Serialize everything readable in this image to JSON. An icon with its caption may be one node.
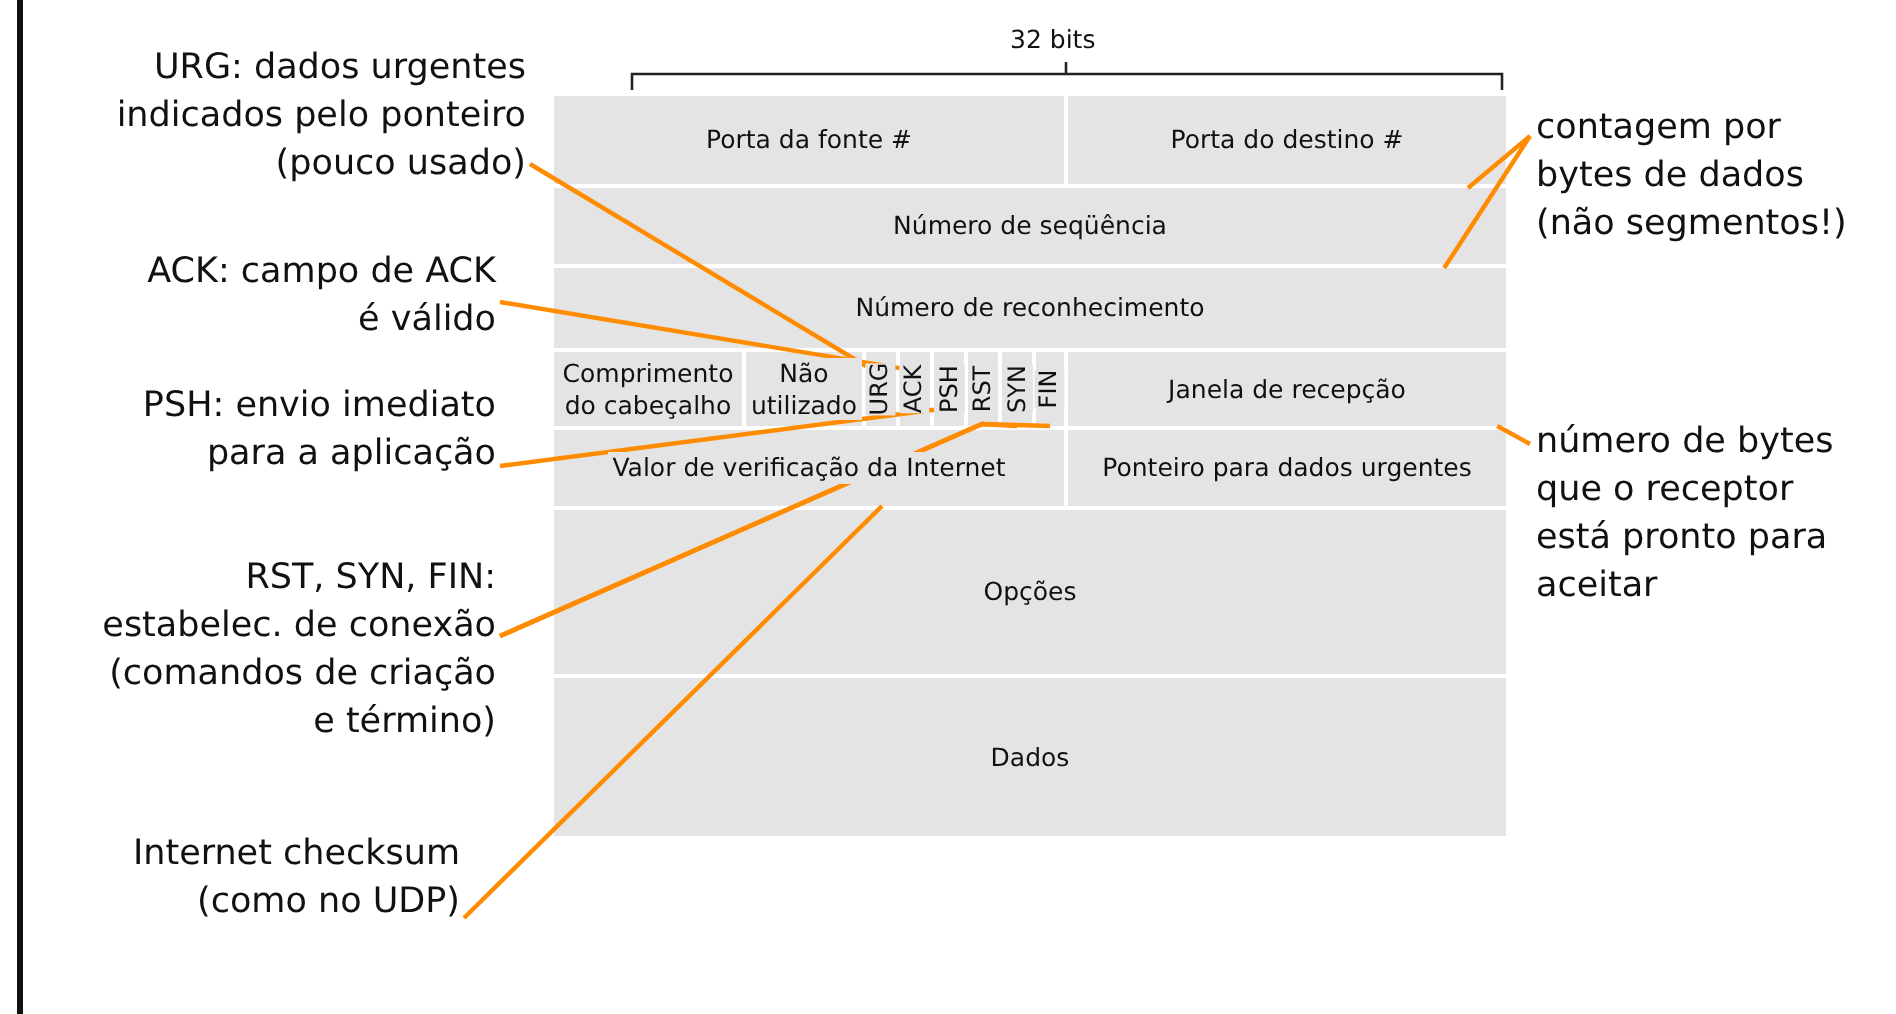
{
  "diagram": {
    "nodes": [
      {
        "text": [
          "Porta da fonte #"
        ]
      },
      {
        "text": [
          "Porta do destino #"
        ]
      },
      {
        "text": [
          "Número de seqüência"
        ]
      },
      {
        "text": [
          "Número de reconhecimento"
        ]
      },
      {
        "text": [
          "Comprimento do cabeçalho"
        ]
      },
      {
        "text": [
          "Não utilizado"
        ]
      },
      {
        "text": [
          "URG"
        ]
      },
      {
        "text": [
          "ACK"
        ]
      },
      {
        "text": [
          "PSH"
        ]
      },
      {
        "text": [
          "RST"
        ]
      },
      {
        "text": [
          "SYN"
        ]
      },
      {
        "text": [
          "FIN"
        ]
      },
      {
        "text": [
          "Janela de recepção"
        ]
      },
      {
        "text": [
          "Valor de verificação da Internet"
        ]
      },
      {
        "text": [
          "Ponteiro para dados urgentes"
        ]
      },
      {
        "text": [
          "Opções"
        ]
      },
      {
        "text": [
          "Dados"
        ]
      },
      {
        "text": [
          "URG: dados urgentes indicados pelo ponteiro (pouco usado)"
        ]
      },
      {
        "text": [
          "ACK: campo de ACK é válido"
        ]
      },
      {
        "text": [
          "PSH: envio imediato para a aplicação"
        ]
      },
      {
        "text": [
          "RST, SYN, FIN: estabelec. de conexão (comandos de criação e término)"
        ]
      },
      {
        "text": [
          "Internet checksum (como no UDP)"
        ]
      },
      {
        "text": [
          "contagem por bytes de dados (não segmentos!)"
        ]
      },
      {
        "text": [
          "número de bytes que o receptor está pronto para aceitar"
        ]
      }
    ],
    "edges": [
      {
        "from": 17,
        "to": 6,
        "arrow": "none"
      },
      {
        "from": 18,
        "to": 7,
        "arrow": "none"
      },
      {
        "from": 19,
        "to": 8,
        "arrow": "none"
      },
      {
        "from": 20,
        "to": 9,
        "arrow": "none"
      },
      {
        "from": 20,
        "to": 10,
        "arrow": "none"
      },
      {
        "from": 20,
        "to": 11,
        "arrow": "none"
      },
      {
        "from": 21,
        "to": 13,
        "arrow": "none"
      },
      {
        "from": 22,
        "to": 2,
        "arrow": "none"
      },
      {
        "from": 22,
        "to": 3,
        "arrow": "none"
      },
      {
        "from": 23,
        "to": 12,
        "arrow": "none"
      }
    ],
    "labels": [
      "32 bits"
    ]
  }
}
